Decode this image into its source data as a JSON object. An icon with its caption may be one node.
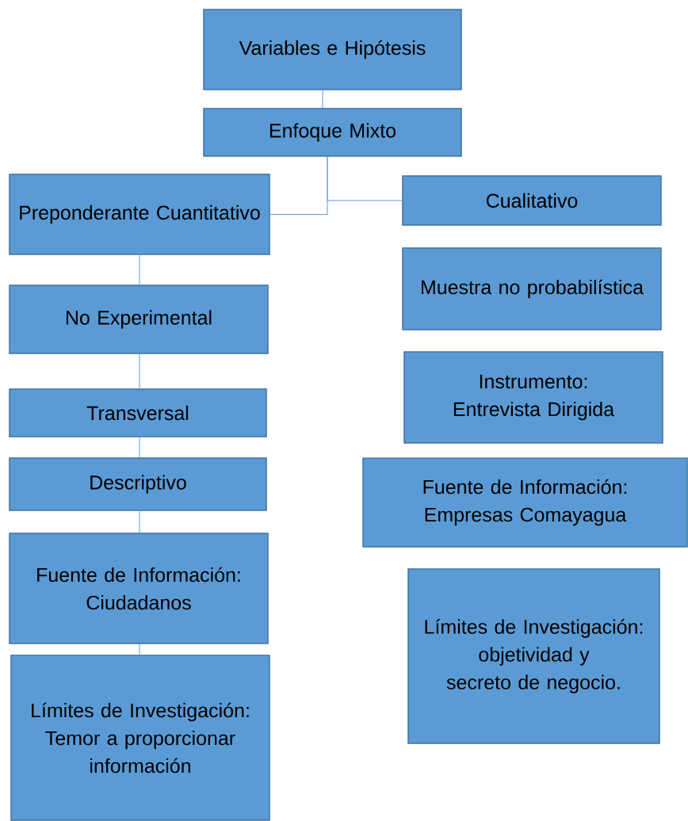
{
  "diagram": {
    "nodes": [
      {
        "text": [
          "Variables e Hipótesis"
        ]
      },
      {
        "text": [
          "Enfoque Mixto"
        ]
      },
      {
        "text": [
          "Preponderante Cuantitativo"
        ]
      },
      {
        "text": [
          "Cualitativo"
        ]
      },
      {
        "text": [
          "No Experimental"
        ]
      },
      {
        "text": [
          "Transversal"
        ]
      },
      {
        "text": [
          "Descriptivo"
        ]
      },
      {
        "text": [
          "Fuente de Información: Ciudadanos"
        ]
      },
      {
        "text": [
          "Límites de Investigación: Temor a proporcionar información"
        ]
      },
      {
        "text": [
          "Muestra no probabilística"
        ]
      },
      {
        "text": [
          "Instrumento: Entrevista Dirigida"
        ]
      },
      {
        "text": [
          "Fuente de Información: Empresas Comayagua"
        ]
      },
      {
        "text": [
          "Límites de Investigación: objetividad y secreto de negocio."
        ]
      }
    ],
    "edges": [
      {
        "from": 0,
        "to": 1,
        "arrow": "none"
      },
      {
        "from": 1,
        "to": 2,
        "arrow": "none"
      },
      {
        "from": 1,
        "to": 3,
        "arrow": "none"
      },
      {
        "from": 2,
        "to": 4,
        "arrow": "none"
      },
      {
        "from": 4,
        "to": 5,
        "arrow": "none"
      },
      {
        "from": 5,
        "to": 6,
        "arrow": "none"
      },
      {
        "from": 6,
        "to": 7,
        "arrow": "none"
      },
      {
        "from": 7,
        "to": 8,
        "arrow": "none"
      }
    ]
  }
}
